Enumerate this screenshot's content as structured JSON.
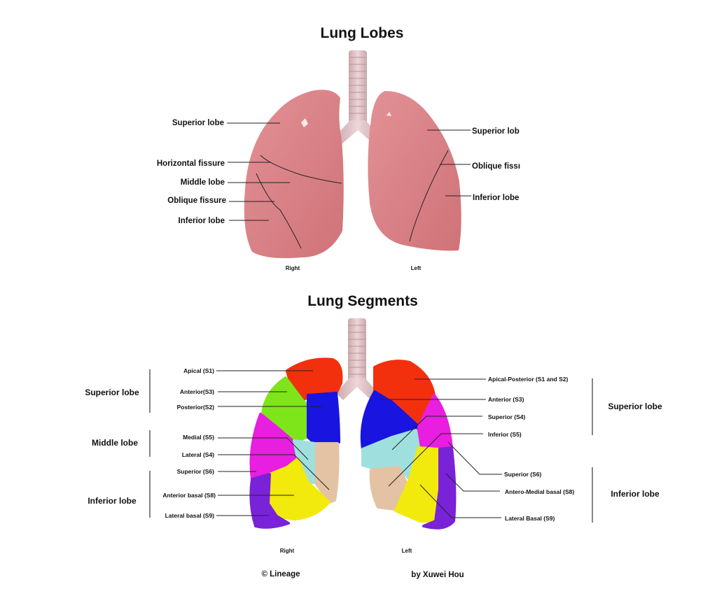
{
  "lobes": {
    "title": "Lung Lobes",
    "right_labels": [
      "Superior lobe",
      "Horizontal fissure",
      "Middle lobe",
      "Oblique fissure",
      "Inferior lobe"
    ],
    "left_labels": [
      "Superior lob",
      "Oblique fissı",
      "Inferior lobe"
    ],
    "side_right": "Right",
    "side_left": "Left"
  },
  "segments": {
    "title": "Lung Segments",
    "right_groups": [
      "Superior lobe",
      "Middle lobe",
      "Inferior lobe"
    ],
    "right_labels": [
      "Apical (S1)",
      "Anterior(S3)",
      "Posterior(S2)",
      "Medial (S5)",
      "Lateral (S4)",
      "Superior (S6)",
      "Anterior basal (S8)",
      "Lateral basal (S9)"
    ],
    "left_labels": [
      "Apical-Posterior (S1 and S2)",
      "Anterior (S3)",
      "Superior (S4)",
      "Inferior (S5)",
      "Superior (S6)",
      "Antero-Medial basal (S8)",
      "Lateral Basal (S9)"
    ],
    "left_groups": [
      "Superior lobe",
      "Inferior lobe"
    ],
    "side_right": "Right",
    "side_left": "Left",
    "colors": {
      "apical": "#f2300e",
      "anterior": "#7ee51a",
      "posterior": "#1a14e0",
      "medial": "#e81ee0",
      "lateral": "#9fe0de",
      "tan": "#e3c3a3",
      "yellow": "#f2ea0c",
      "purple": "#7a22d8"
    }
  },
  "footer": {
    "copyright": "© Lineage",
    "author": "by Xuwei Hou"
  }
}
